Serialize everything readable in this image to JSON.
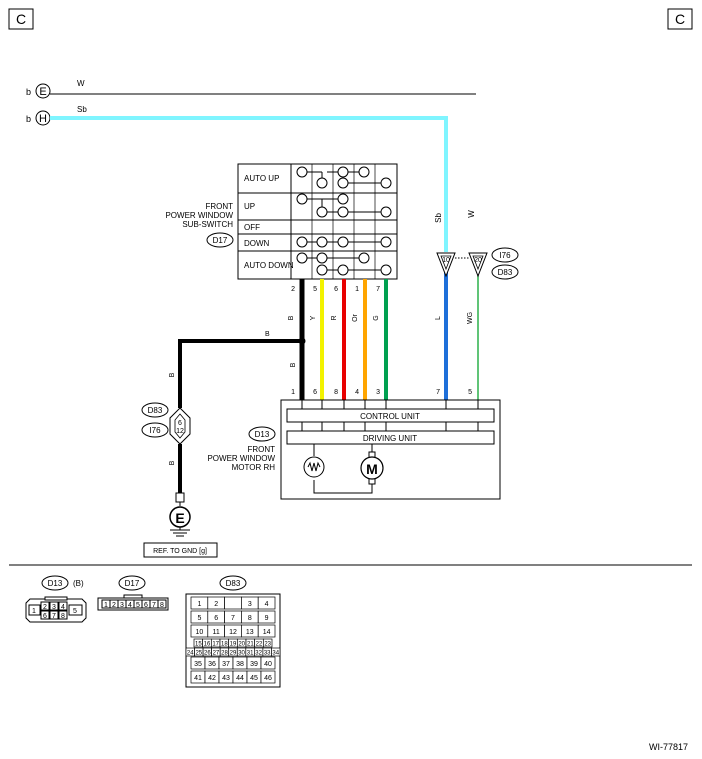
{
  "page_marks": {
    "left": "C",
    "right": "C"
  },
  "bus_lines": [
    {
      "prefix": "b",
      "connector": "E",
      "wire": "W",
      "color": "#000000"
    },
    {
      "prefix": "b",
      "connector": "H",
      "wire": "Sb",
      "color": "#7ff5ff"
    }
  ],
  "sub_switch": {
    "title_lines": [
      "FRONT",
      "POWER WINDOW",
      "SUB-SWITCH"
    ],
    "connector_id": "D17",
    "rows": [
      "AUTO UP",
      "UP",
      "OFF",
      "DOWN",
      "AUTO DOWN"
    ],
    "pins": [
      "2",
      "5",
      "6",
      "1",
      "7"
    ],
    "wires": [
      "B",
      "Y",
      "R",
      "Or",
      "G"
    ]
  },
  "vertical_labels": {
    "left": "Sb",
    "right": "W"
  },
  "joint_connectors": {
    "upper": "I76",
    "lower": "D83"
  },
  "motor_wires": [
    "L",
    "WG"
  ],
  "branch_wire": {
    "horizontal": "B",
    "vertical": "B"
  },
  "motor_unit": {
    "connector_id": "D13",
    "title_lines": [
      "FRONT",
      "POWER WINDOW",
      "MOTOR RH"
    ],
    "pins": [
      "1",
      "6",
      "8",
      "4",
      "3",
      "7",
      "5"
    ],
    "control_unit_label": "CONTROL UNIT",
    "driving_unit_label": "DRIVING UNIT",
    "motor_symbol": "M"
  },
  "ground_circuit": {
    "wire_upper": "B",
    "wire_lower": "B",
    "connector_upper": "D83",
    "connector_lower": "I76",
    "terminal_numbers": [
      "6",
      "12"
    ],
    "ground_letter": "E",
    "ref_label": "REF. TO GND [g]"
  },
  "connector_views": {
    "d13": {
      "id": "D13",
      "note": "(B)",
      "pins": [
        "1",
        "2",
        "3",
        "4",
        "5",
        "6",
        "7",
        "8"
      ]
    },
    "d17": {
      "id": "D17",
      "pins": [
        "1",
        "2",
        "3",
        "4",
        "5",
        "6",
        "7",
        "8"
      ]
    },
    "d83": {
      "id": "D83",
      "rows": [
        [
          "1",
          "2",
          "",
          "3",
          "4"
        ],
        [
          "5",
          "6",
          "7",
          "8",
          "9"
        ],
        [
          "10",
          "11",
          "12",
          "13",
          "14"
        ],
        [
          "15",
          "16",
          "17",
          "18",
          "19",
          "20",
          "21",
          "22",
          "23"
        ],
        [
          "24",
          "25",
          "26",
          "27",
          "28",
          "29",
          "30",
          "31",
          "32",
          "33",
          "34"
        ],
        [
          "35",
          "36",
          "37",
          "38",
          "39",
          "40"
        ],
        [
          "41",
          "42",
          "43",
          "44",
          "45",
          "46"
        ]
      ]
    }
  },
  "figure_id": "WI-77817",
  "colors": {
    "black": "#000000",
    "light_blue": "#7ff5ff",
    "yellow": "#f2f200",
    "red": "#e80000",
    "orange": "#ffa500",
    "green": "#00a050",
    "blue": "#1e6fd9",
    "light_green": "#2cb04a"
  }
}
